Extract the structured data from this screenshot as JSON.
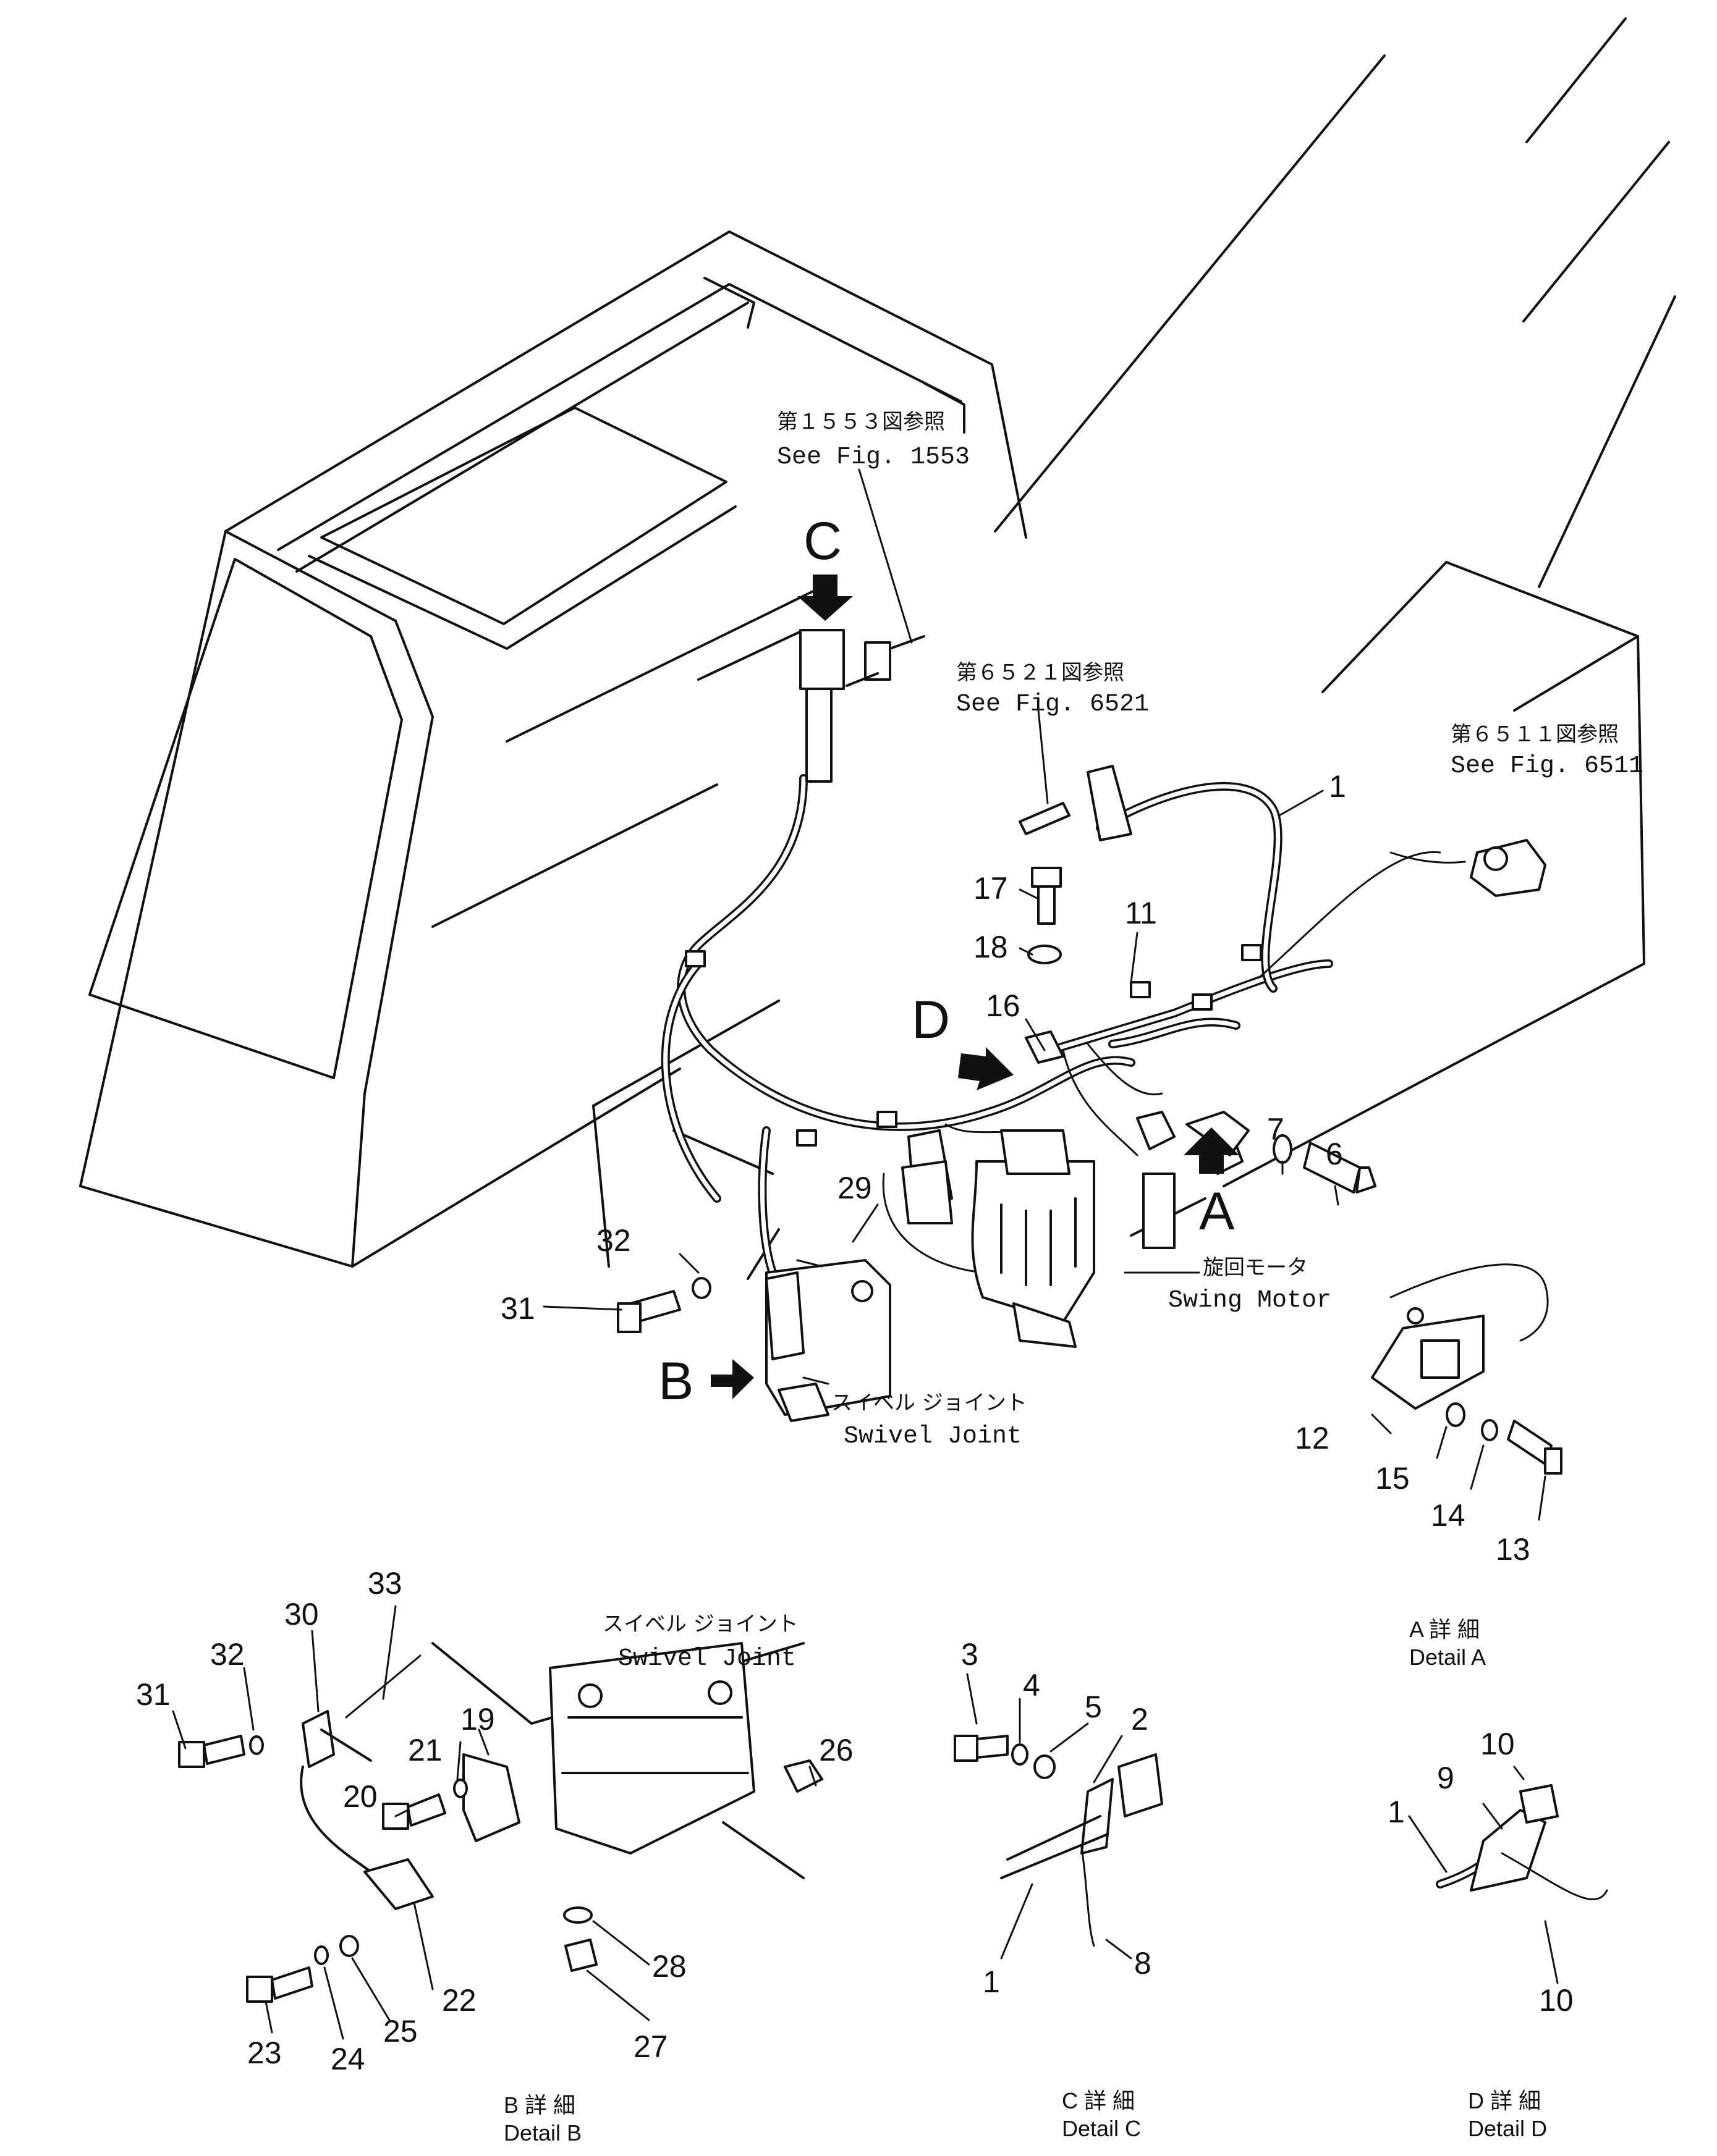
{
  "references": {
    "fig1553_jp": "第１５５３図参照",
    "fig1553_en": "See Fig. 1553",
    "fig6521_jp": "第６５２１図参照",
    "fig6521_en": "See Fig. 6521",
    "fig6511_jp": "第６５１１図参照",
    "fig6511_en": "See Fig. 6511"
  },
  "components": {
    "swing_motor_jp": "旋回モータ",
    "swing_motor_en": "Swing Motor",
    "swivel_joint_jp": "スイベル ジョイント",
    "swivel_joint_en": "Swivel Joint",
    "detail_b_swivel_jp": "スイベル ジョイント",
    "detail_b_swivel_en": "Swivel Joint"
  },
  "view_markers": {
    "a": "A",
    "b": "B",
    "c": "C",
    "d": "D"
  },
  "details": {
    "a_jp": "A 詳 細",
    "a_en": "Detail A",
    "b_jp": "B 詳 細",
    "b_en": "Detail B",
    "c_jp": "C 詳 細",
    "c_en": "Detail C",
    "d_jp": "D 詳 細",
    "d_en": "Detail D"
  },
  "callouts": {
    "main": [
      "1",
      "11",
      "17",
      "18",
      "16",
      "7",
      "6",
      "29",
      "32",
      "31"
    ],
    "detail_a": [
      "12",
      "15",
      "14",
      "13"
    ],
    "detail_b": [
      "33",
      "30",
      "32",
      "31",
      "21",
      "19",
      "20",
      "26",
      "23",
      "24",
      "25",
      "22",
      "28",
      "27"
    ],
    "detail_c": [
      "3",
      "4",
      "5",
      "2",
      "8",
      "1"
    ],
    "detail_d": [
      "10",
      "9",
      "1",
      "10"
    ]
  }
}
